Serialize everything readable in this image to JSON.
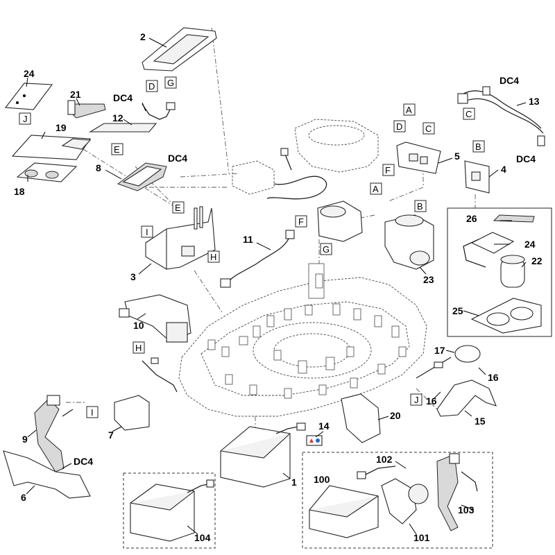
{
  "diagram": {
    "part_numbers": [
      "1",
      "2",
      "3",
      "4",
      "5",
      "6",
      "7",
      "8",
      "9",
      "10",
      "11",
      "12",
      "13",
      "14",
      "15",
      "16",
      "16",
      "17",
      "18",
      "19",
      "20",
      "21",
      "22",
      "23",
      "24",
      "24",
      "25",
      "26",
      "100",
      "101",
      "102",
      "103",
      "104"
    ],
    "dc4_labels": [
      "DC4",
      "DC4",
      "DC4",
      "DC4",
      "DC4"
    ],
    "connector_letters": {
      "A1": "A",
      "A2": "A",
      "B1": "B",
      "B2": "B",
      "C1": "C",
      "C2": "C",
      "D1": "D",
      "D2": "D",
      "E1": "E",
      "E2": "E",
      "F1": "F",
      "F2": "F",
      "G1": "G",
      "G2": "G",
      "H1": "H",
      "H2": "H",
      "I1": "I",
      "I2": "I",
      "J1": "J",
      "J2": "J"
    }
  }
}
